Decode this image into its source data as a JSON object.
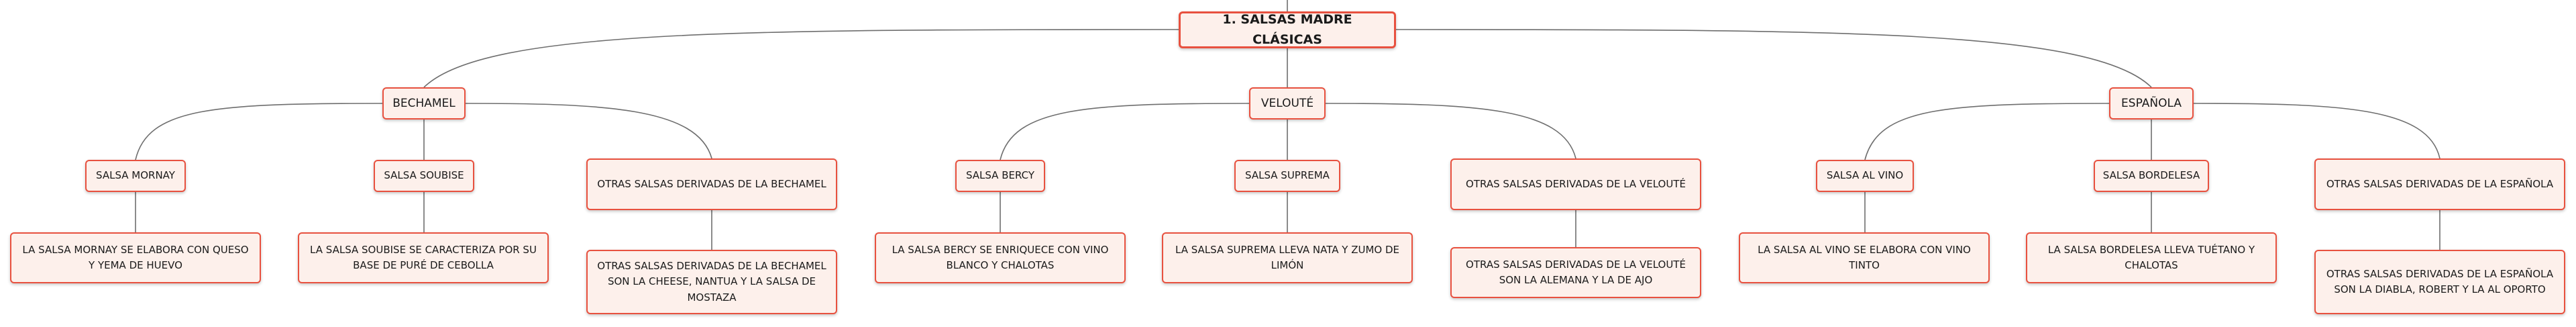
{
  "diagram": {
    "root": "1. SALSAS MADRE CLÁSICAS",
    "branches": [
      {
        "label": "BECHAMEL",
        "children": [
          {
            "label": "SALSA MORNAY",
            "detail": "LA SALSA MORNAY SE ELABORA CON QUESO Y YEMA DE HUEVO"
          },
          {
            "label": "SALSA SOUBISE",
            "detail": "LA SALSA SOUBISE SE CARACTERIZA POR SU BASE DE PURÉ DE CEBOLLA"
          },
          {
            "label": "OTRAS SALSAS DERIVADAS DE LA BECHAMEL",
            "detail": "OTRAS SALSAS DERIVADAS DE LA BECHAMEL SON LA CHEESE, NANTUA Y LA SALSA DE MOSTAZA"
          }
        ]
      },
      {
        "label": "VELOUTÉ",
        "children": [
          {
            "label": "SALSA BERCY",
            "detail": "LA SALSA BERCY SE ENRIQUECE CON VINO BLANCO Y CHALOTAS"
          },
          {
            "label": "SALSA SUPREMA",
            "detail": "LA SALSA SUPREMA LLEVA NATA Y ZUMO DE LIMÓN"
          },
          {
            "label": "OTRAS SALSAS DERIVADAS DE LA VELOUTÉ",
            "detail": "OTRAS SALSAS DERIVADAS DE LA VELOUTÉ SON LA ALEMANA Y LA DE AJO"
          }
        ]
      },
      {
        "label": "ESPAÑOLA",
        "children": [
          {
            "label": "SALSA AL VINO",
            "detail": "LA SALSA AL VINO SE ELABORA CON VINO TINTO"
          },
          {
            "label": "SALSA BORDELESA",
            "detail": "LA SALSA BORDELESA LLEVA TUÉTANO Y CHALOTAS"
          },
          {
            "label": "OTRAS SALSAS DERIVADAS DE LA ESPAÑOLA",
            "detail": "OTRAS SALSAS DERIVADAS DE LA ESPAÑOLA SON LA DIABLA, ROBERT Y LA AL OPORTO"
          }
        ]
      }
    ]
  }
}
